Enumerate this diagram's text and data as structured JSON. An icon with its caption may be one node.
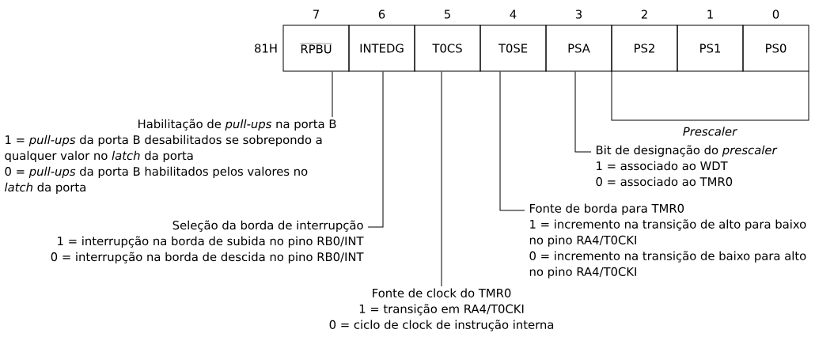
{
  "diagram": {
    "nodes": [
      {
        "text": [
          "RPBU"
        ],
        "beside": [
          "7"
        ]
      },
      {
        "text": [
          "INTEDG"
        ],
        "beside": [
          "6"
        ]
      },
      {
        "text": [
          "T0CS"
        ],
        "beside": [
          "5"
        ]
      },
      {
        "text": [
          "T0SE"
        ],
        "beside": [
          "4"
        ]
      },
      {
        "text": [
          "PSA"
        ],
        "beside": [
          "3"
        ]
      },
      {
        "text": [
          "PS2"
        ],
        "beside": [
          "2"
        ]
      },
      {
        "text": [
          "PS1"
        ],
        "beside": [
          "1"
        ]
      },
      {
        "text": [
          "PS0"
        ],
        "beside": [
          "0"
        ]
      },
      {
        "text": [
          "Habilitação de *pull-ups* na porta B",
          "1 = *pull-ups* da porta B desabilitados se sobrepondo a qualquer valor no *latch* da porta",
          "0 = *pull-ups* da porta B habilitados pelos valores no *latch* da porta"
        ]
      },
      {
        "text": [
          "Seleção da borda de interrupção",
          "1 = interrupção na borda de subida no pino RB0/INT",
          "0 = interrupção na borda de descida no pino RB0/INT"
        ]
      },
      {
        "text": [
          "Fonte de clock do TMR0",
          "1 = transição em RA4/T0CKI",
          "0 = ciclo de clock de instrução interna"
        ]
      },
      {
        "text": [
          "Fonte de borda para TMR0",
          "1 = incremento na transição de alto para baixo no pino RA4/T0CKI",
          "0 = incremento na transição de baixo para alto no pino RA4/T0CKI"
        ]
      },
      {
        "text": [
          "Bit de designação do *prescaler*",
          "1 = associado ao WDT",
          "0 = associado ao TMR0"
        ]
      }
    ],
    "edges": [
      {
        "from": 8,
        "to": 0,
        "arrow": "none"
      },
      {
        "from": 9,
        "to": 1,
        "arrow": "none"
      },
      {
        "from": 10,
        "to": 2,
        "arrow": "none"
      },
      {
        "from": 11,
        "to": 3,
        "arrow": "none"
      },
      {
        "from": 12,
        "to": 4,
        "arrow": "none"
      }
    ],
    "labels": [
      "81H",
      "Prescaler"
    ]
  }
}
